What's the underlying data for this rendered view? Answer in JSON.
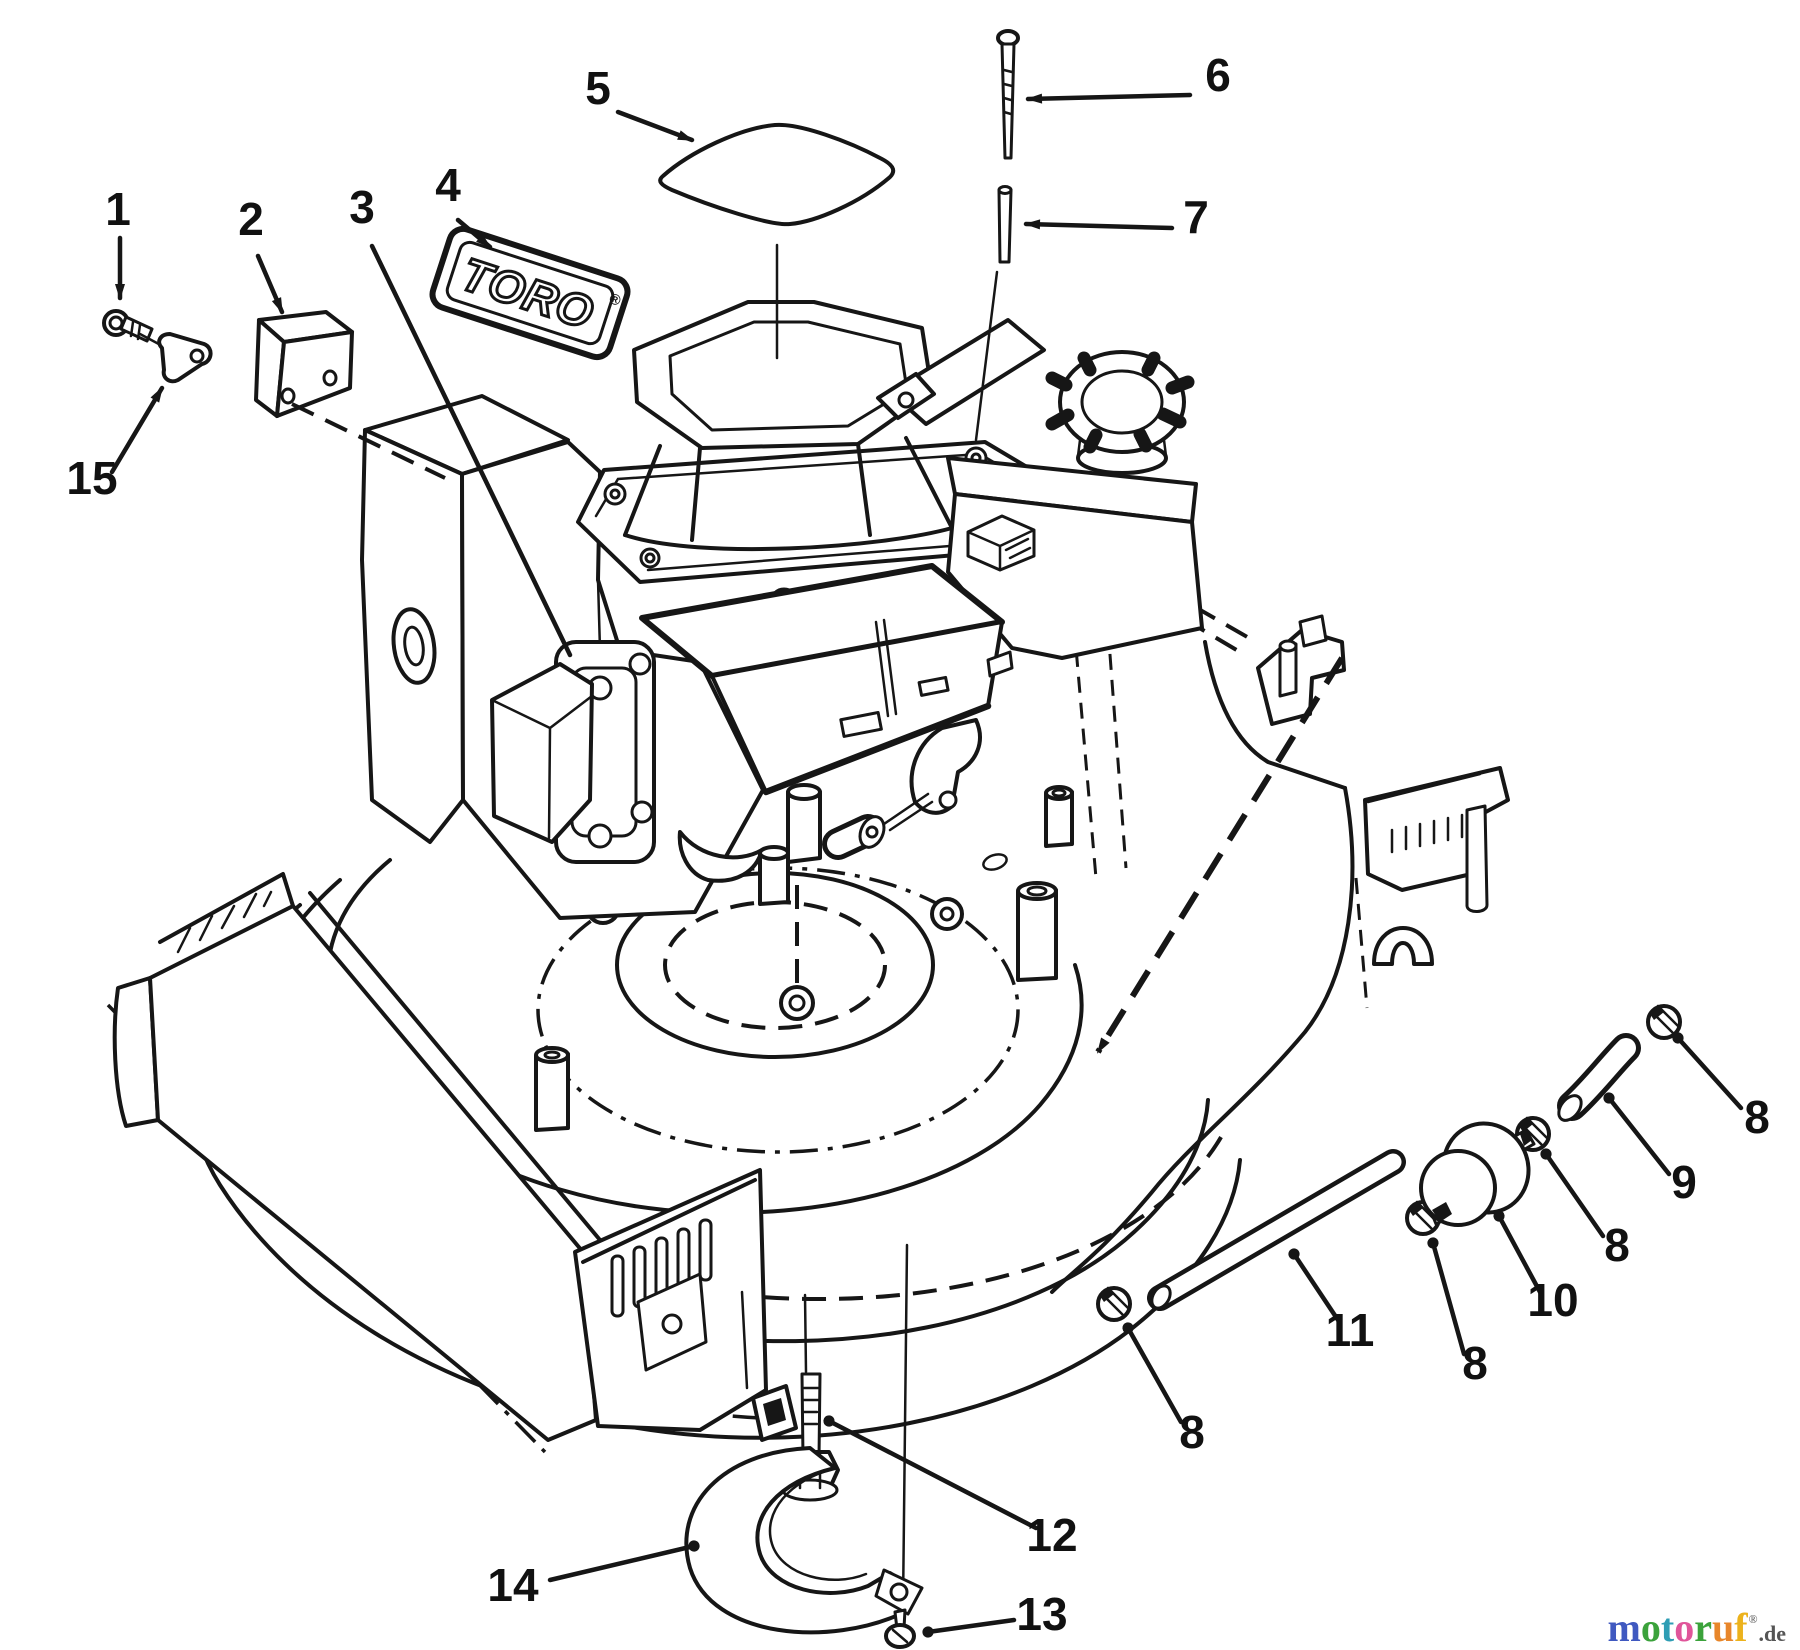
{
  "diagram": {
    "type": "exploded-parts-diagram",
    "brand_plate": {
      "text": "TORO",
      "mark": "®"
    },
    "callouts": [
      {
        "n": "1"
      },
      {
        "n": "2"
      },
      {
        "n": "3"
      },
      {
        "n": "4"
      },
      {
        "n": "5"
      },
      {
        "n": "6"
      },
      {
        "n": "7"
      },
      {
        "n": "15"
      },
      {
        "n": "8"
      },
      {
        "n": "9"
      },
      {
        "n": "8"
      },
      {
        "n": "10"
      },
      {
        "n": "8"
      },
      {
        "n": "11"
      },
      {
        "n": "8"
      },
      {
        "n": "12"
      },
      {
        "n": "13"
      },
      {
        "n": "14"
      }
    ]
  },
  "watermark": {
    "letters": [
      {
        "ch": "m",
        "color": "#4059c0"
      },
      {
        "ch": "o",
        "color": "#3ba23b"
      },
      {
        "ch": "t",
        "color": "#2e9db4"
      },
      {
        "ch": "o",
        "color": "#e0559a"
      },
      {
        "ch": "r",
        "color": "#3ba23b"
      },
      {
        "ch": "u",
        "color": "#e8862a"
      },
      {
        "ch": "f",
        "color": "#ecb21c"
      }
    ],
    "mark": "®",
    "tld": ".de",
    "tld_color": "#555555"
  }
}
